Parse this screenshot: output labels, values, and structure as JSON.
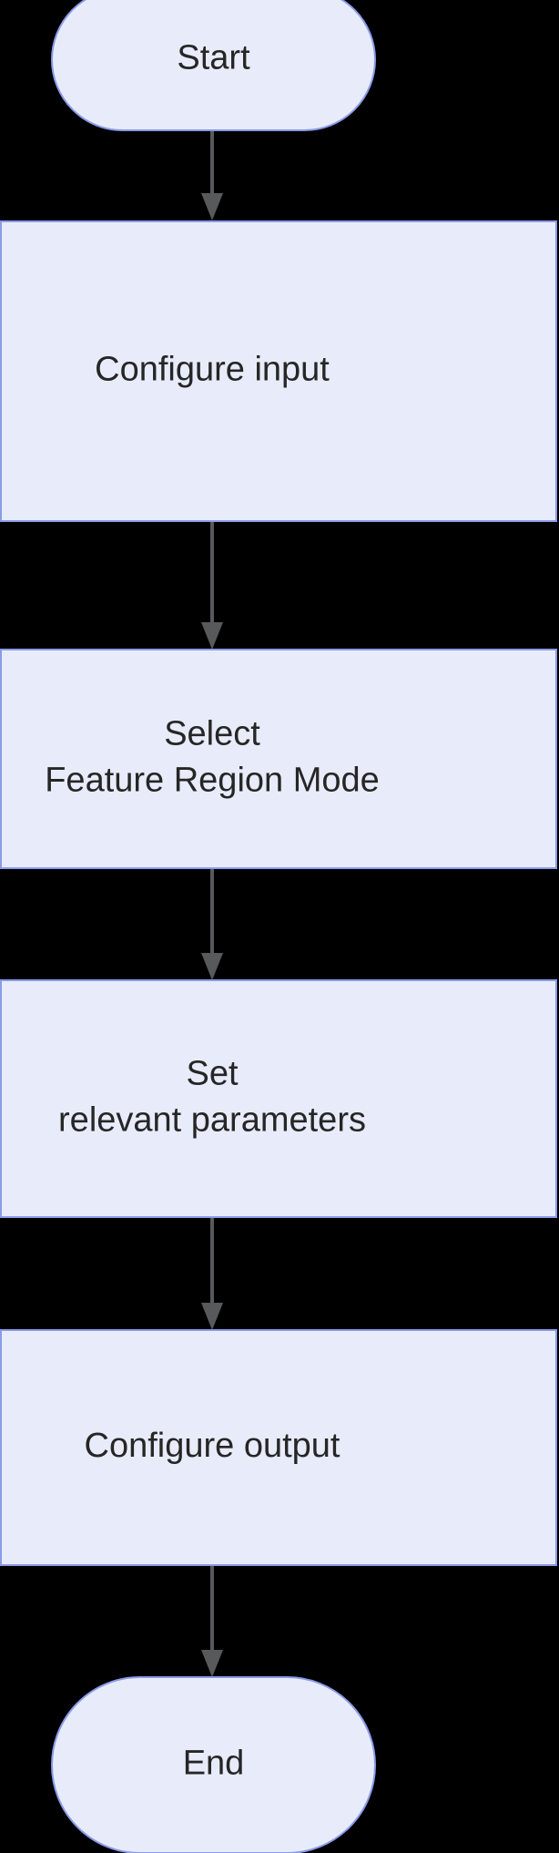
{
  "diagram": {
    "title": "Start",
    "type": "flowchart",
    "direction": "top-down",
    "background_color": "#000000",
    "node_fill_color": "#e8ecfa",
    "node_border_color": "#8a9ae8",
    "node_text_color": "#262626",
    "edge_color": "#58595b"
  },
  "nodes": [
    {
      "id": "start",
      "shape": "stadium",
      "lines": [
        "Start"
      ],
      "label": "Start"
    },
    {
      "id": "configure-input",
      "shape": "rect",
      "lines": [
        "Configure input"
      ],
      "label": "Configure input"
    },
    {
      "id": "select-feature-region-mode",
      "shape": "rect",
      "lines": [
        "Select",
        "Feature Region Mode"
      ],
      "label": "Select Feature Region Mode"
    },
    {
      "id": "set-relevant-parameters",
      "shape": "rect",
      "lines": [
        "Set",
        "relevant parameters"
      ],
      "label": "Set relevant parameters"
    },
    {
      "id": "configure-output",
      "shape": "rect",
      "lines": [
        "Configure output"
      ],
      "label": "Configure output"
    },
    {
      "id": "end",
      "shape": "stadium",
      "lines": [
        "End"
      ],
      "label": "End"
    }
  ],
  "edges": [
    {
      "from": "start",
      "to": "configure-input",
      "label": ""
    },
    {
      "from": "configure-input",
      "to": "select-feature-region-mode",
      "label": ""
    },
    {
      "from": "select-feature-region-mode",
      "to": "set-relevant-parameters",
      "label": ""
    },
    {
      "from": "set-relevant-parameters",
      "to": "configure-output",
      "label": ""
    },
    {
      "from": "configure-output",
      "to": "end",
      "label": ""
    }
  ]
}
